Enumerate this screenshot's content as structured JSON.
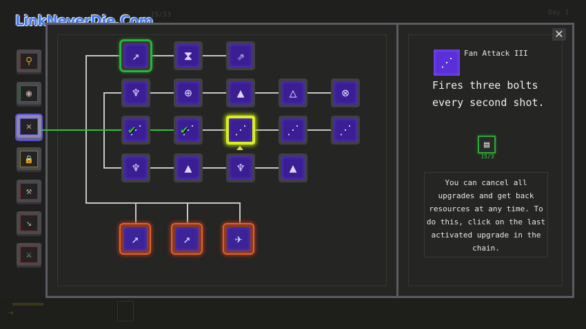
{
  "watermark": "LinkNeverDie.Com",
  "hud_top": {
    "counter": "15/53",
    "day": "Day 1"
  },
  "sidebar": {
    "items": [
      {
        "name": "sidebar-item-staff",
        "icon": "⚲",
        "style": "gold",
        "active": false
      },
      {
        "name": "sidebar-item-shield",
        "icon": "◉",
        "style": "green",
        "active": false
      },
      {
        "name": "sidebar-item-crossbow",
        "icon": "✕",
        "style": "active",
        "active": true
      },
      {
        "name": "sidebar-item-locked",
        "icon": "🔒",
        "style": "yellow",
        "active": false
      },
      {
        "name": "sidebar-item-axe",
        "icon": "⚒",
        "style": "red",
        "active": false
      },
      {
        "name": "sidebar-item-spear",
        "icon": "↘",
        "style": "red",
        "active": false
      },
      {
        "name": "sidebar-item-sword",
        "icon": "⚔",
        "style": "red",
        "active": false
      }
    ]
  },
  "tree": {
    "rows": [
      {
        "nodes": [
          {
            "name": "node-swift-bolt",
            "icon": "↗",
            "state": "selected-green"
          },
          {
            "name": "node-crossbow-hourglass",
            "icon": "⧗",
            "state": "normal"
          },
          {
            "name": "node-triple-streak",
            "icon": "⇗",
            "state": "normal"
          }
        ]
      },
      {
        "nodes": [
          {
            "name": "node-crossbow-stance",
            "icon": "♆",
            "state": "normal"
          },
          {
            "name": "node-crossbow-circle",
            "icon": "⊕",
            "state": "normal"
          },
          {
            "name": "node-arrowhead",
            "icon": "▲",
            "state": "normal"
          },
          {
            "name": "node-pierce-triangle",
            "icon": "△",
            "state": "normal"
          },
          {
            "name": "node-crossbow-target",
            "icon": "⊗",
            "state": "normal"
          }
        ]
      },
      {
        "nodes": [
          {
            "name": "node-fan-attack-1",
            "icon": "⋰",
            "state": "activated"
          },
          {
            "name": "node-fan-attack-2",
            "icon": "⋰",
            "state": "activated"
          },
          {
            "name": "node-fan-attack-3",
            "icon": "⋰",
            "state": "selected-yellow"
          },
          {
            "name": "node-fire-fan",
            "icon": "⋰",
            "state": "normal"
          },
          {
            "name": "node-spiral-fan",
            "icon": "⋰",
            "state": "normal"
          }
        ]
      },
      {
        "nodes": [
          {
            "name": "node-heavy-crossbow",
            "icon": "♆",
            "state": "normal"
          },
          {
            "name": "node-arrowhead-glow",
            "icon": "▲",
            "state": "normal"
          },
          {
            "name": "node-twin-crossbow",
            "icon": "♆",
            "state": "normal"
          },
          {
            "name": "node-arrowhead-fire",
            "icon": "▲",
            "state": "normal"
          }
        ]
      },
      {
        "nodes": [
          {
            "name": "node-lightning-bolt",
            "icon": "↗",
            "state": "elite"
          },
          {
            "name": "node-fire-bolt",
            "icon": "↗",
            "state": "elite"
          },
          {
            "name": "node-winged-bolt",
            "icon": "✈",
            "state": "elite"
          }
        ]
      }
    ],
    "checkmark": "✔"
  },
  "info_panel": {
    "close_label": "✕",
    "skill_icon": "⋰",
    "skill_name": "Fan Attack III",
    "skill_description": "Fires three bolts every second shot.",
    "cost_icon": "▤",
    "cost_text": "15/3",
    "hint_text": "You can cancel all upgrades and get back resources at any time. To do this, click on the last activated upgrade in the chain."
  },
  "colors": {
    "node_face": "#3b1e94",
    "selected_green": "#2bb43a",
    "selected_yellow": "#d8f020",
    "elite_orange": "#e0602e",
    "frame_border": "#5d5b63"
  }
}
